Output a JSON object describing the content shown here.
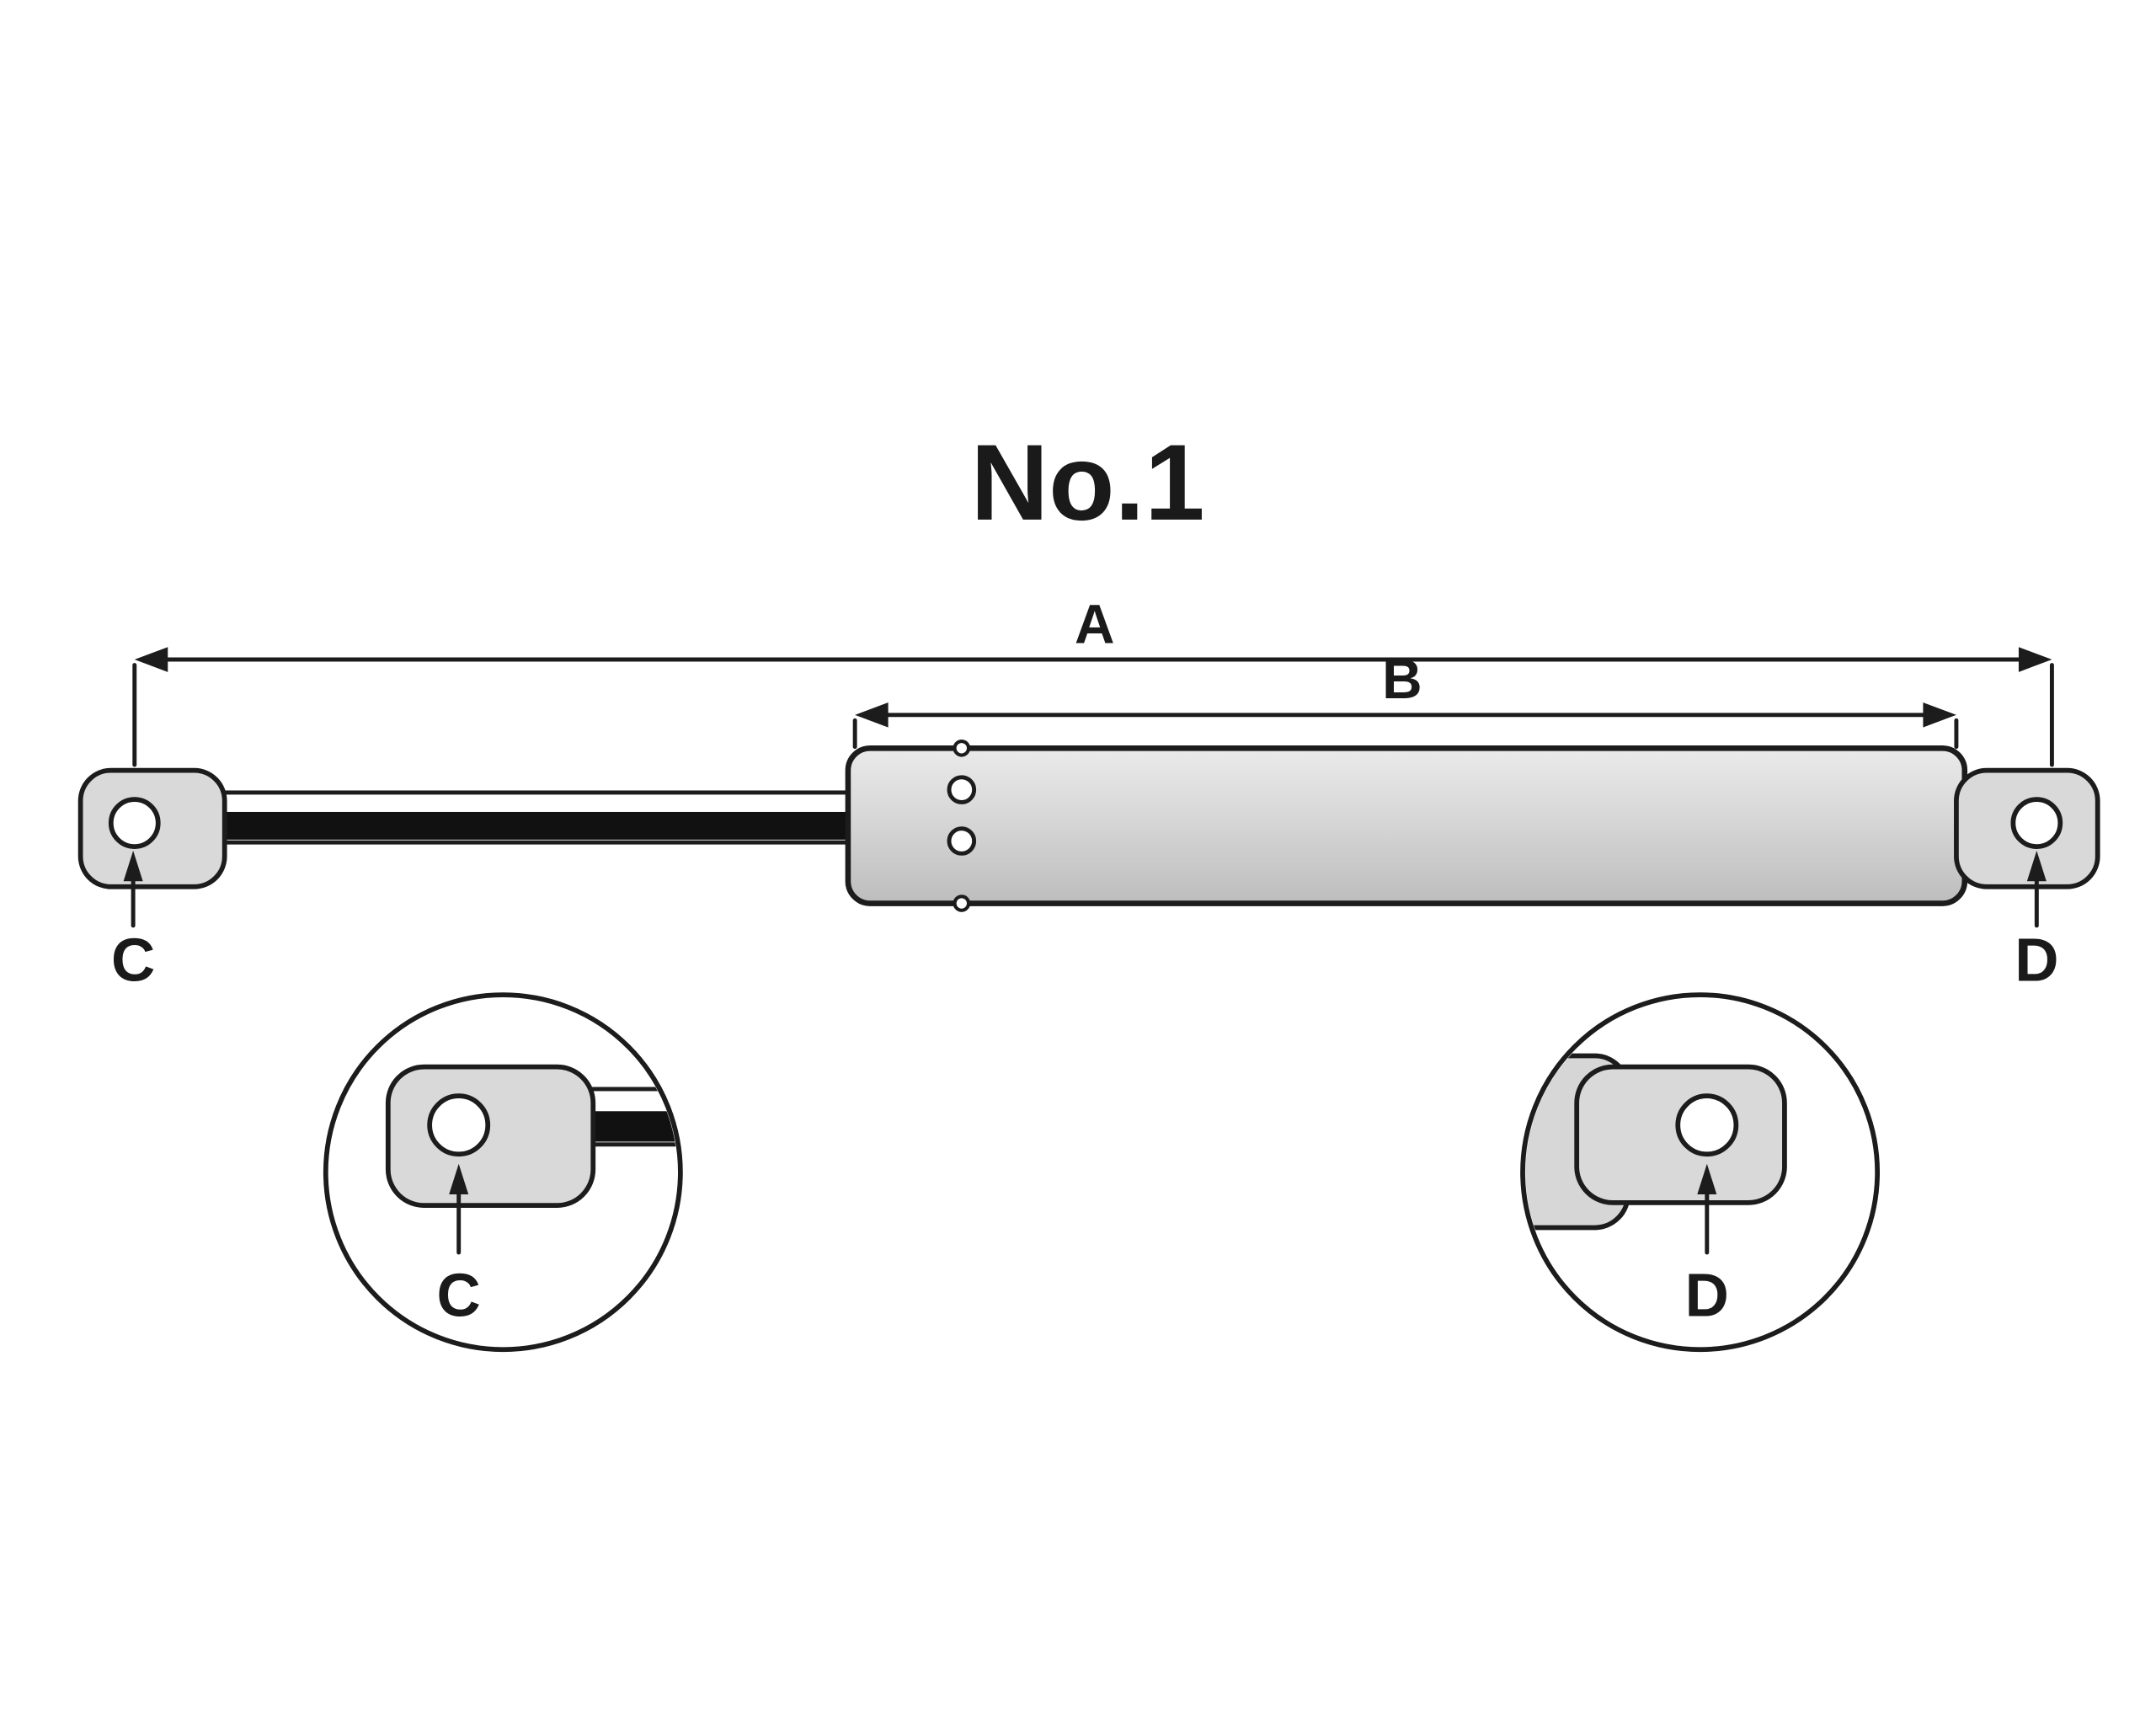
{
  "diagram": {
    "title": "No.1",
    "dimensions": {
      "a_label": "A",
      "b_label": "B"
    },
    "callouts": {
      "left_eyelet_label": "C",
      "right_eyelet_label": "D"
    },
    "details": {
      "left_detail_label": "C",
      "right_detail_label": "D"
    },
    "colors": {
      "background": "#ffffff",
      "outline": "#1c1c1c",
      "metal": "#d9d9d9",
      "cylinder_top": "#eaeaea",
      "cylinder_mid": "#d7d7d7",
      "cylinder_bottom": "#bdbdbd",
      "cylinder_end_dark": "#969696",
      "cylinder_end_light": "#d6d6d6",
      "rod_black": "#111111",
      "hole_white": "#ffffff"
    }
  }
}
